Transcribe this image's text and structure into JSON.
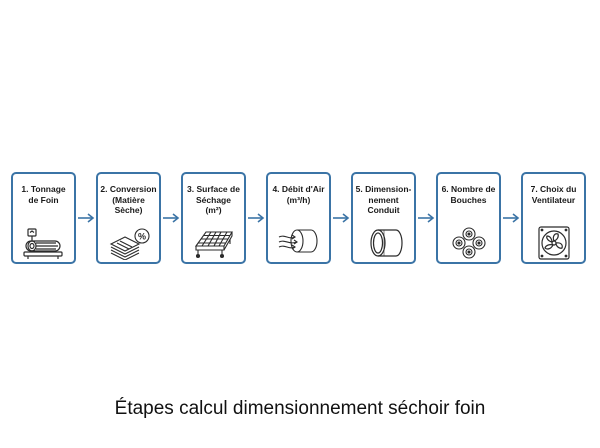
{
  "colors": {
    "box_border": "#3b74a6",
    "icon_stroke": "#2b2b2b",
    "arrow": "#3b74a6"
  },
  "steps": [
    {
      "label": "1. Tonnage\nde Foin",
      "icon": "scale-with-hay-bale-icon"
    },
    {
      "label": "2. Conversion\n(Matière\nSèche)",
      "icon": "stacked-sheets-percent-icon"
    },
    {
      "label": "3. Surface de\nSéchage\n(m²)",
      "icon": "drying-grid-platform-icon"
    },
    {
      "label": "4. Débit d'Air\n(m³/h)",
      "icon": "airflow-duct-icon"
    },
    {
      "label": "5. Dimension-\nnement\nConduit",
      "icon": "duct-pipe-icon"
    },
    {
      "label": "6. Nombre de\nBouches",
      "icon": "air-vents-icon"
    },
    {
      "label": "7. Choix du\nVentilateur",
      "icon": "fan-icon"
    }
  ],
  "caption": "Étapes calcul dimensionnement séchoir foin"
}
